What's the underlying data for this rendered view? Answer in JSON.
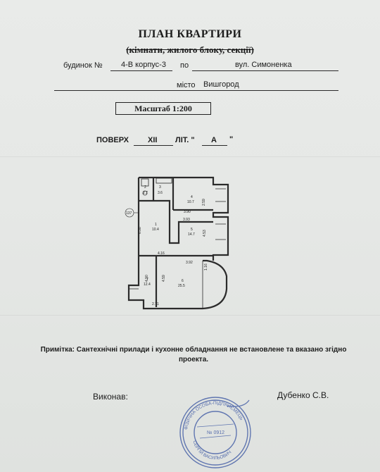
{
  "header": {
    "title": "ПЛАН КВАРТИРИ",
    "subtitle": "(кімнати, жилого блоку, секції)"
  },
  "address": {
    "building_label": "будинок №",
    "building_value": "4-В корпус-3",
    "street_prefix": "по",
    "street_value": "вул. Симоненка",
    "city_label": "місто",
    "city_value": "Вишгород"
  },
  "scale": {
    "label": "Масштаб 1:200"
  },
  "floor": {
    "floor_label": "ПОВЕРХ",
    "floor_value": "XII",
    "lit_label": "ЛІТ. \"",
    "lit_value": "А",
    "lit_close": "\""
  },
  "plan": {
    "rooms": [
      {
        "number": "2",
        "area": "2.7"
      },
      {
        "number": "3",
        "area": "3.6"
      },
      {
        "number": "4",
        "area": "10.7"
      },
      {
        "number": "1",
        "area": "10.4"
      },
      {
        "number": "5",
        "area": "14.7"
      },
      {
        "number": "7",
        "area": "12.4"
      },
      {
        "number": "6",
        "area": "25.5"
      }
    ],
    "dimensions": [
      "3.90",
      "3.93",
      "4.16",
      "3.92",
      "2.71",
      "6.38",
      "4.53",
      "4.90",
      "4.59",
      "2.59",
      "1.16"
    ],
    "entrance_label": "137"
  },
  "note": {
    "text": "Примітка: Сантехнічні прилади і кухонне обладнання не встановлене та вказано згідно проекта."
  },
  "signature": {
    "performed_label": "Виконав:",
    "name": "Дубенко С.В."
  },
  "stamp": {
    "text_outer": "ФІЗИЧНА ОСОБА-ПІДПРИЄМЕЦЬ",
    "text_inner": "СЕРГІЙ ВАСИЛЬОВИЧ",
    "number": "№ 0912"
  }
}
